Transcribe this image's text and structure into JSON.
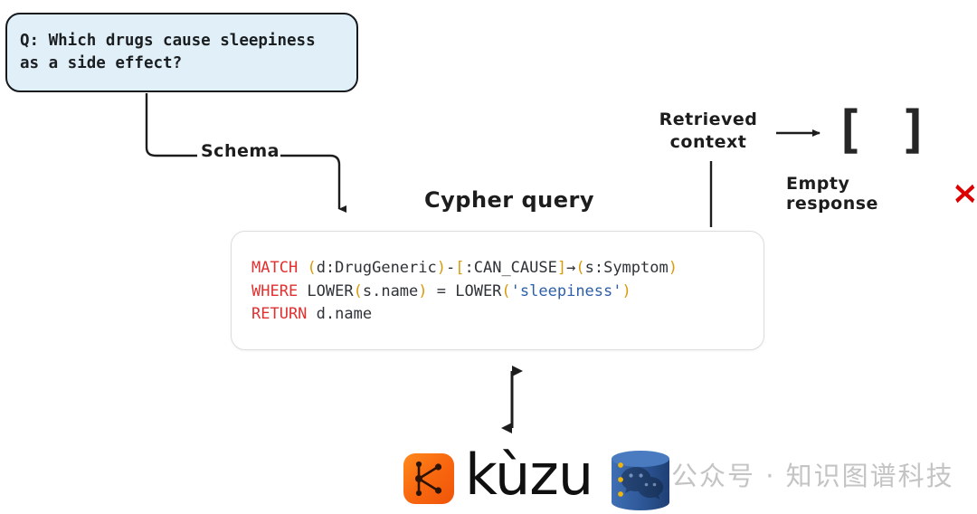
{
  "question": {
    "text": "Q: Which drugs cause sleepiness\nas a side effect?"
  },
  "flow": {
    "schema_label": "Schema",
    "retrieved_context_label": "Retrieved\ncontext",
    "cypher_title": "Cypher query"
  },
  "query": {
    "lines": [
      [
        {
          "t": "MATCH",
          "c": "kw"
        },
        {
          "t": " ",
          "c": "id"
        },
        {
          "t": "(",
          "c": "pun"
        },
        {
          "t": "d:DrugGeneric",
          "c": "id"
        },
        {
          "t": ")",
          "c": "pun"
        },
        {
          "t": "-",
          "c": "id"
        },
        {
          "t": "[",
          "c": "pun"
        },
        {
          "t": ":CAN_CAUSE",
          "c": "id"
        },
        {
          "t": "]",
          "c": "pun"
        },
        {
          "t": "→",
          "c": "id"
        },
        {
          "t": "(",
          "c": "pun"
        },
        {
          "t": "s:Symptom",
          "c": "id"
        },
        {
          "t": ")",
          "c": "pun"
        }
      ],
      [
        {
          "t": "WHERE",
          "c": "kw"
        },
        {
          "t": " LOWER",
          "c": "id"
        },
        {
          "t": "(",
          "c": "pun"
        },
        {
          "t": "s.name",
          "c": "id"
        },
        {
          "t": ")",
          "c": "pun"
        },
        {
          "t": " = LOWER",
          "c": "id"
        },
        {
          "t": "(",
          "c": "pun"
        },
        {
          "t": "'sleepiness'",
          "c": "str"
        },
        {
          "t": ")",
          "c": "pun"
        }
      ],
      [
        {
          "t": "RETURN",
          "c": "kw"
        },
        {
          "t": " d.name",
          "c": "id"
        }
      ]
    ]
  },
  "result": {
    "empty_brackets": "[ ]",
    "empty_response_label": "Empty response",
    "status_icon": "red-cross-icon"
  },
  "footer": {
    "brand_name": "kùzu",
    "brand_mark_icon": "kuzu-graph-k-icon",
    "database_icon": "database-cylinder-icon",
    "overlay_icon": "wechat-icon",
    "watermark": "公众号 · 知识图谱科技"
  },
  "colors": {
    "question_bg": "#e1f0f8",
    "question_border": "#15191c",
    "keyword": "#e03131",
    "punctuation": "#d99a0b",
    "string": "#2d5fa8",
    "identifier": "#2f3338",
    "brand_orange": "#f4731c",
    "error_red": "#dd0000",
    "db_blue": "#2e5fa3",
    "watermark_gray": "#c4c4c4"
  }
}
